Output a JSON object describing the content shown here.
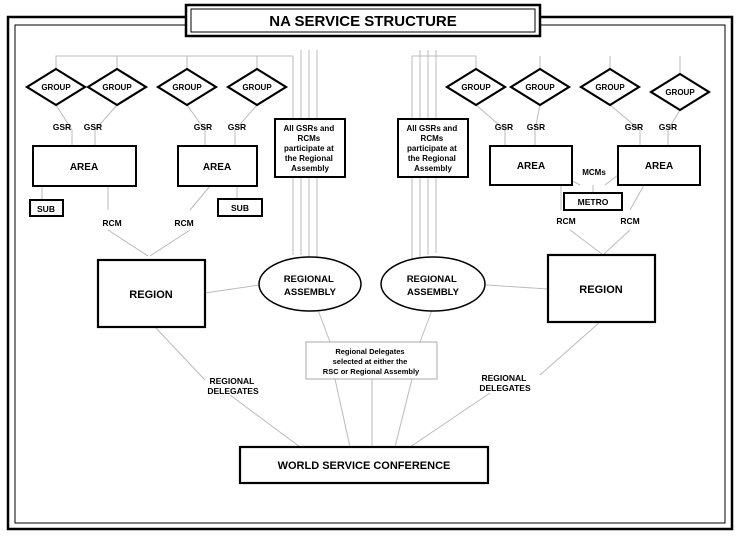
{
  "title": "NA SERVICE STRUCTURE",
  "groups": [
    "GROUP",
    "GROUP",
    "GROUP",
    "GROUP",
    "GROUP",
    "GROUP",
    "GROUP",
    "GROUP"
  ],
  "gsr": [
    "GSR",
    "GSR",
    "GSR",
    "GSR",
    "GSR",
    "GSR",
    "GSR",
    "GSR"
  ],
  "areas": [
    "AREA",
    "AREA",
    "AREA",
    "AREA"
  ],
  "subs": [
    "SUB",
    "SUB"
  ],
  "metro": "METRO",
  "mcms": "MCMs",
  "rcm": [
    "RCM",
    "RCM",
    "RCM",
    "RCM"
  ],
  "notes": {
    "left": [
      "All GSRs and",
      "RCMs",
      "participate at",
      "the Regional",
      "Assembly"
    ],
    "right": [
      "All GSRs and",
      "RCMs",
      "participate at",
      "the Regional",
      "Assembly"
    ]
  },
  "regional_assembly": {
    "left": [
      "REGIONAL",
      "ASSEMBLY"
    ],
    "right": [
      "REGIONAL",
      "ASSEMBLY"
    ]
  },
  "regions": [
    "REGION",
    "REGION"
  ],
  "delegates_note": [
    "Regional Delegates",
    "selected at either the",
    "RSC or Regional Assembly"
  ],
  "regional_delegates": {
    "left": [
      "REGIONAL",
      "DELEGATES"
    ],
    "right": [
      "REGIONAL",
      "DELEGATES"
    ]
  },
  "wsc": "WORLD SERVICE CONFERENCE"
}
